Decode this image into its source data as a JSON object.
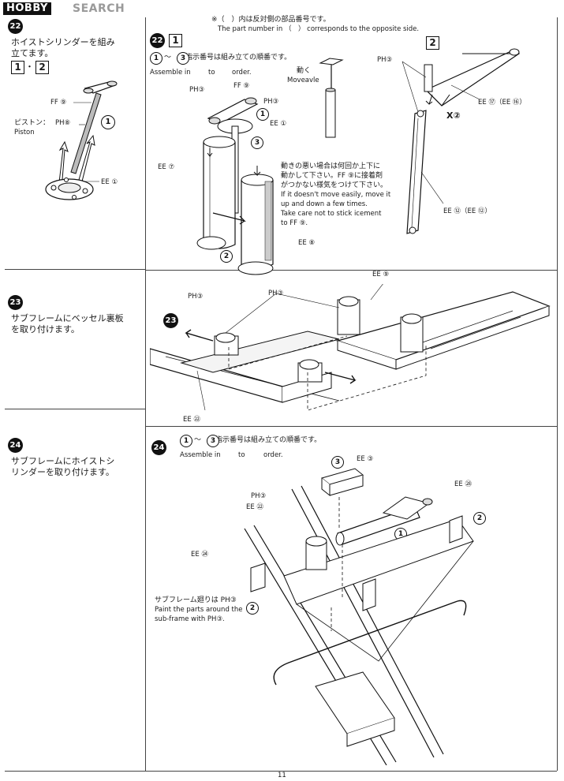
{
  "header": {
    "logo_brand": "HOBBY",
    "logo_search": "SEARCH"
  },
  "top_note": {
    "jp": "※（　）内は反対側の部品番号です。",
    "en": "The part number in （　） corresponds to the opposite side."
  },
  "left_steps": [
    {
      "num": "22",
      "text_line1": "ホイストシリンダーを組み",
      "text_line2": "立てます。",
      "boxes": [
        "1",
        "2"
      ],
      "box_sep": "・"
    },
    {
      "num": "23",
      "text_line1": "サブフレームにベッセル裏板",
      "text_line2": "を取り付けます。"
    },
    {
      "num": "24",
      "text_line1": "サブフレームにホイストシ",
      "text_line2": "リンダーを取り付けます。"
    }
  ],
  "left_fig": {
    "ff9": "FF ⑨",
    "piston_jp": "ピストン：",
    "piston_ref": "PH⑧",
    "piston_en": "Piston",
    "ee1": "EE ①",
    "circle1": "1"
  },
  "step22": {
    "num": "22",
    "box1": "1",
    "box2": "2",
    "order_jp": "～　の指示番号は組み立ての順番です。",
    "order_en_a": "Assemble in",
    "order_en_to": "to",
    "order_en_b": "order.",
    "circle1": "1",
    "circle3": "3",
    "movable_jp": "動く",
    "movable_en": "Moveavle",
    "ph3_top": "PH③",
    "ff9": "FF ⑨",
    "ph3_right": "PH③",
    "ee1": "EE ①",
    "ee7": "EE ⑦",
    "ee8": "EE ⑧",
    "ph3_bottom": "PH③",
    "circle2": "2",
    "note_jp1": "動きの悪い場合は何回か上下に",
    "note_jp2": "動かして下さい。FF ⑨に接着剤",
    "note_jp3": "がつかない様気をつけて下さい。",
    "note_en1": "If it doesn't move easily, move it",
    "note_en2": "up and down a few times.",
    "note_en3": "Take care not to stick icement",
    "note_en4": "to FF ⑨.",
    "b2_ph3": "PH③",
    "b2_ee17": "EE ⑰（EE ⑯）",
    "b2_x": "X②",
    "b2_ee12": "EE ⑫（EE ⑫）"
  },
  "step23": {
    "num": "23",
    "ph3": "PH③",
    "ee9": "EE ⑨",
    "ee22": "EE ㉒"
  },
  "step24": {
    "num": "24",
    "order_jp": "～　の指示番号は組み立ての順番です。",
    "order_en_a": "Assemble in",
    "order_en_to": "to",
    "order_en_b": "order.",
    "circle1": "1",
    "circle2": "2",
    "circle3": "3",
    "ee3": "EE ③",
    "ee28": "EE ㉘",
    "ph3": "PH③",
    "ee22": "EE ㉒",
    "ee24": "EE ㉔",
    "paint_jp": "サブフレーム廻りは PH③",
    "paint_en1": "Paint the parts around the",
    "paint_en2": "sub-frame with PH③."
  },
  "footer": {
    "page": "11"
  }
}
